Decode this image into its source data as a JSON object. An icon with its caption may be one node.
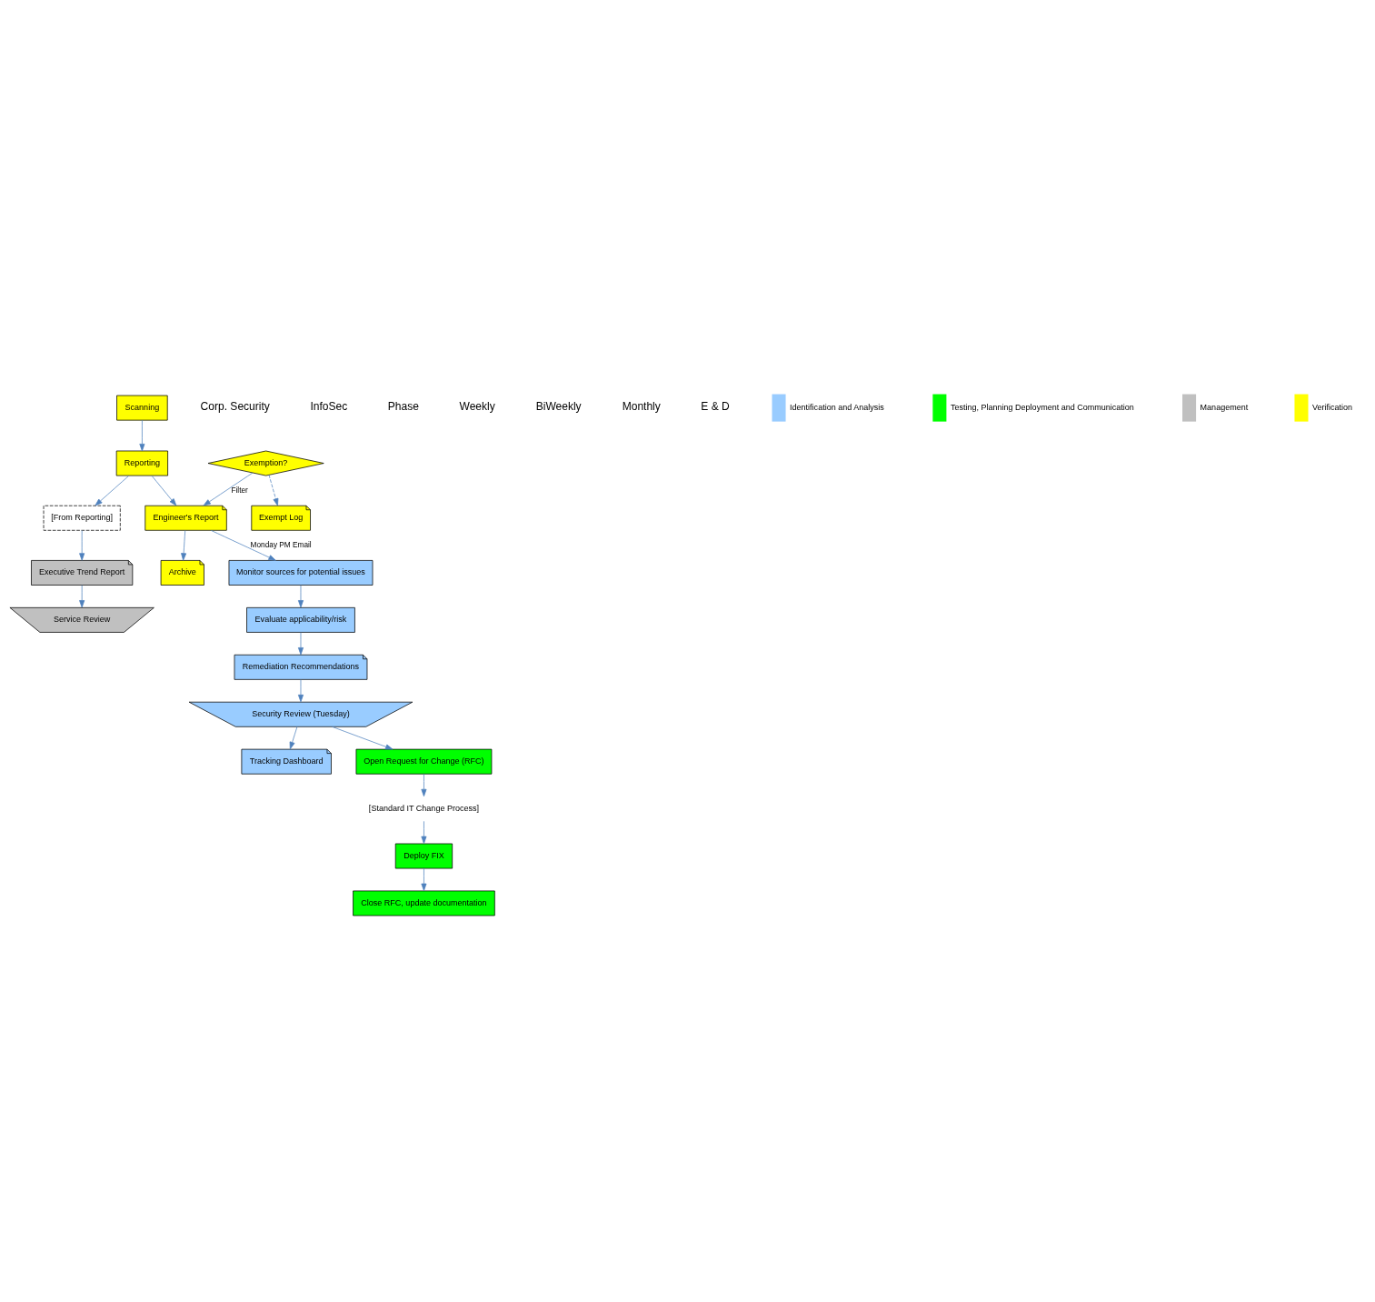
{
  "diagram": {
    "nodes": [
      {
        "text": [
          "Monitor sources for potential issues"
        ]
      },
      {
        "text": [
          "Evaluate applicability/risk"
        ]
      },
      {
        "text": [
          "Remediation Recommendations"
        ]
      },
      {
        "text": [
          "Security Review (Tuesday)"
        ]
      },
      {
        "text": [
          "Tracking Dashboard"
        ]
      },
      {
        "text": [
          "Engineer's Report"
        ]
      },
      {
        "text": [
          "Archive"
        ]
      },
      {
        "text": [
          "Reporting"
        ]
      },
      {
        "text": [
          "Exemption?"
        ]
      },
      {
        "text": [
          "Exempt Log"
        ]
      },
      {
        "text": [
          "Scanning"
        ]
      },
      {
        "text": [
          "Open Request for Change (RFC)"
        ]
      },
      {
        "text": [
          "[Standard IT Change Process]"
        ]
      },
      {
        "text": [
          "Deploy FIX"
        ]
      },
      {
        "text": [
          "Close RFC, update documentation"
        ]
      },
      {
        "text": [
          "Service Review"
        ]
      },
      {
        "text": [
          "Executive Trend Report"
        ]
      },
      {
        "text": [
          "[From Reporting]"
        ]
      }
    ],
    "edges": [
      {
        "from": 5,
        "to": 0,
        "arrow": "to",
        "label": "Monday PM Email"
      },
      {
        "from": 0,
        "to": 1,
        "arrow": "to"
      },
      {
        "from": 1,
        "to": 2,
        "arrow": "to"
      },
      {
        "from": 2,
        "to": 3,
        "arrow": "to"
      },
      {
        "from": 3,
        "to": 4,
        "arrow": "to"
      },
      {
        "from": 5,
        "to": 6,
        "arrow": "to"
      },
      {
        "from": 7,
        "to": 5,
        "arrow": "to"
      },
      {
        "from": 8,
        "to": 5,
        "arrow": "to",
        "label": "Filter"
      },
      {
        "from": 8,
        "to": 9,
        "arrow": "to",
        "style": "dashed"
      },
      {
        "from": 10,
        "to": 7,
        "arrow": "to"
      },
      {
        "from": 3,
        "to": 11,
        "arrow": "to"
      },
      {
        "from": 11,
        "to": 12,
        "arrow": "to"
      },
      {
        "from": 12,
        "to": 13,
        "arrow": "to"
      },
      {
        "from": 13,
        "to": 14,
        "arrow": "to"
      },
      {
        "from": 7,
        "to": 17,
        "arrow": "to"
      },
      {
        "from": 17,
        "to": 16,
        "arrow": "to"
      },
      {
        "from": 16,
        "to": 15,
        "arrow": "to"
      }
    ],
    "labels": [
      "Corp. Security",
      "InfoSec",
      "Phase",
      "Weekly",
      "BiWeekly",
      "Monthly",
      "E & D"
    ],
    "legend": [
      {
        "text": "Identification and Analysis",
        "color": "#99ccff"
      },
      {
        "text": "Testing, Planning Deployment and Communication",
        "color": "#00ff00"
      },
      {
        "text": "Management",
        "color": "#c0c0c0"
      },
      {
        "text": "Verification",
        "color": "#ffff00"
      }
    ]
  }
}
